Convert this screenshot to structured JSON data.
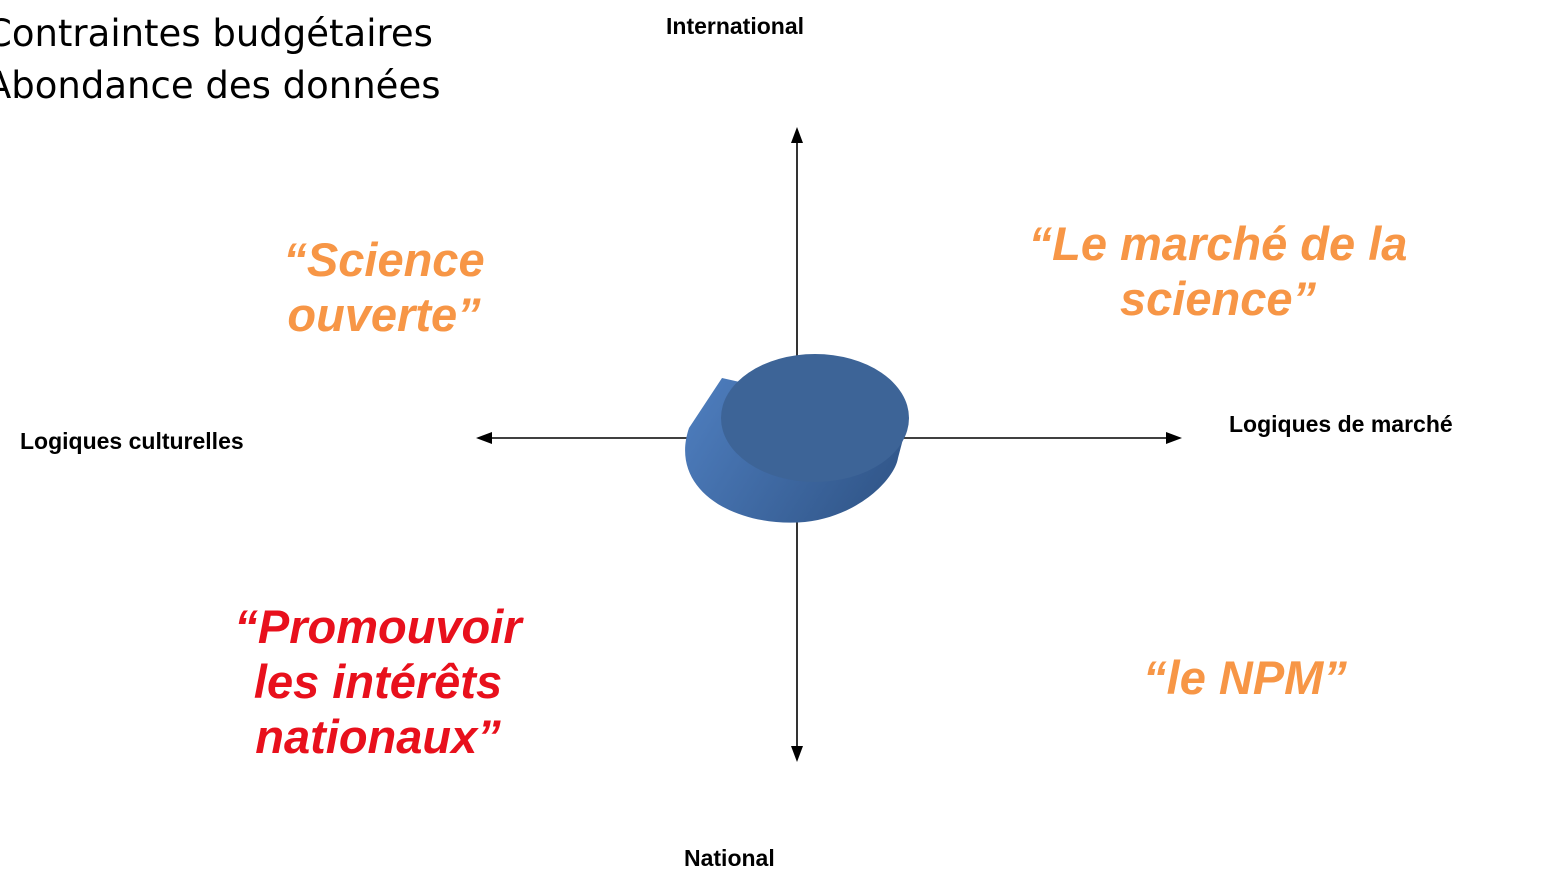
{
  "context": {
    "items": [
      "Contraintes budgétaires",
      "Abondance des données"
    ]
  },
  "axes": {
    "top": "International",
    "bottom": "National",
    "left": "Logiques  culturelles",
    "right": "Logiques de marché"
  },
  "quadrants": {
    "top_left": [
      "“Science",
      "ouverte”"
    ],
    "top_right": [
      "“Le marché de la",
      "science”"
    ],
    "bottom_left": [
      "“Promouvoir",
      "les intérêts",
      "nationaux”"
    ],
    "bottom_right": [
      "“le NPM”"
    ]
  },
  "colors": {
    "orange": "#F79646",
    "red": "#E8101C",
    "disc_top": "#3D6497",
    "disc_side": "#3B6AA8",
    "axis": "#000000"
  }
}
